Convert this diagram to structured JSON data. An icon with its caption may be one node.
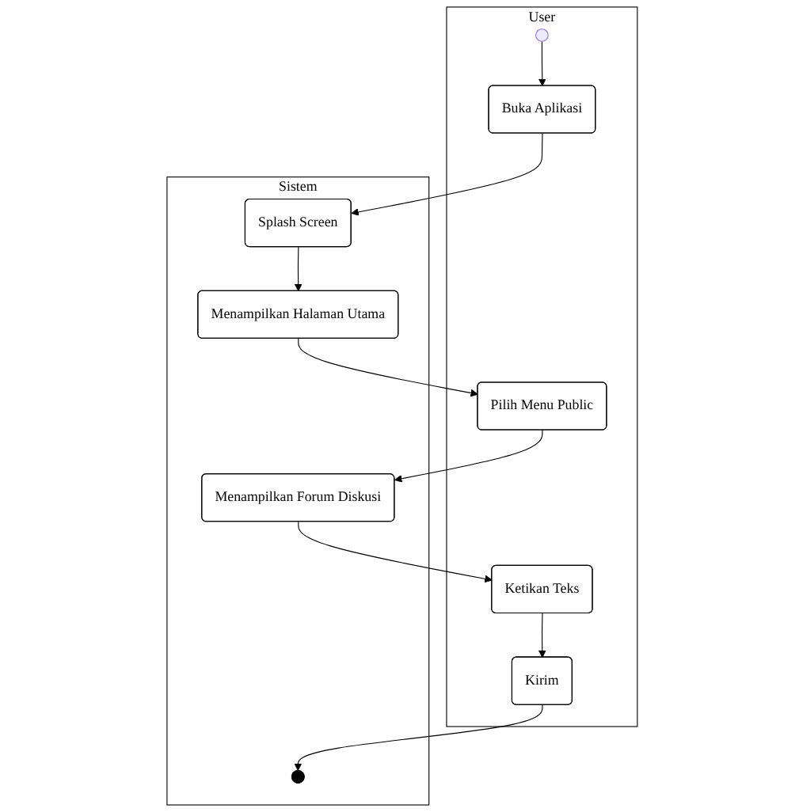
{
  "diagram": {
    "nodes": [
      {
        "text": [
          "User"
        ]
      },
      {
        "text": [],
        "shape": "circle",
        "in": 0
      },
      {
        "text": [
          "Buka Aplikasi"
        ],
        "in": 0
      },
      {
        "text": [
          "Pilih Menu Public"
        ],
        "in": 0
      },
      {
        "text": [
          "Ketikan Teks"
        ],
        "in": 0
      },
      {
        "text": [
          "Kirim"
        ],
        "in": 0
      },
      {
        "text": [
          "Sistem"
        ]
      },
      {
        "text": [
          "Splash Screen"
        ],
        "in": 6
      },
      {
        "text": [
          "Menampilkan Halaman Utama"
        ],
        "in": 6
      },
      {
        "text": [
          "Menampilkan Forum Diskusi"
        ],
        "in": 6
      },
      {
        "text": [],
        "shape": "circle",
        "in": 6
      }
    ],
    "edges": [
      {
        "from": 1,
        "to": 2,
        "arrow": "to"
      },
      {
        "from": 2,
        "to": 7,
        "arrow": "to"
      },
      {
        "from": 7,
        "to": 8,
        "arrow": "to"
      },
      {
        "from": 8,
        "to": 3,
        "arrow": "to"
      },
      {
        "from": 3,
        "to": 9,
        "arrow": "to"
      },
      {
        "from": 9,
        "to": 4,
        "arrow": "to"
      },
      {
        "from": 4,
        "to": 5,
        "arrow": "to"
      },
      {
        "from": 5,
        "to": 10,
        "arrow": "to"
      }
    ]
  }
}
